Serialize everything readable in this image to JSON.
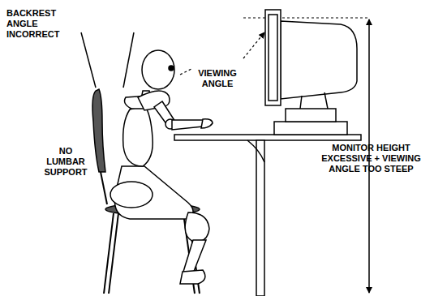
{
  "diagram": {
    "labels": [
      "BACKREST ANGLE INCORRECT",
      "VIEWING ANGLE",
      "NO LUMBAR SUPPORT",
      "MONITOR HEIGHT EXCESSIVE + VIEWING ANGLE TOO STEEP"
    ]
  }
}
